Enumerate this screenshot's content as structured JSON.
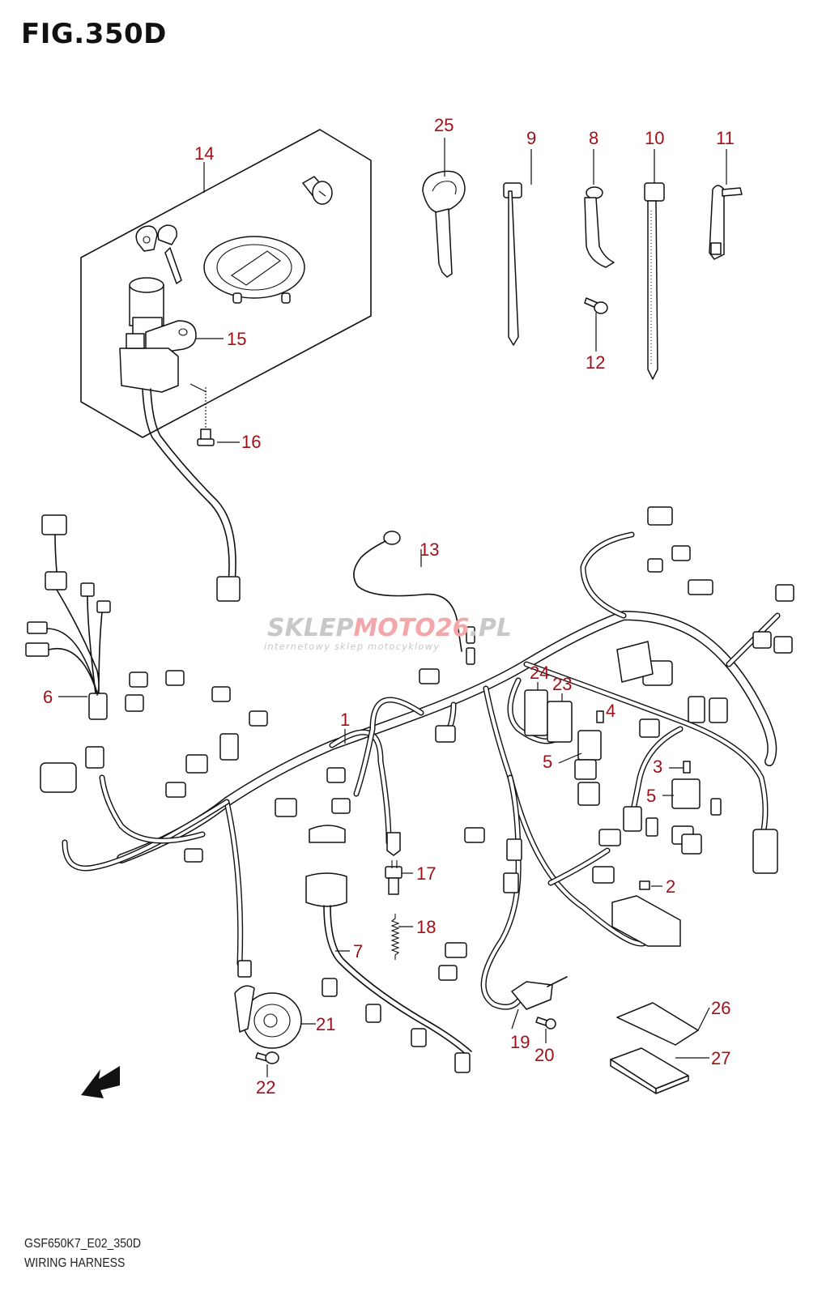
{
  "figure": {
    "title": "FIG.350D",
    "model_code": "GSF650K7_E02_350D",
    "caption": "WIRING HARNESS"
  },
  "watermark": {
    "brand_gray": "SKLEP",
    "brand_red": "MOTO",
    "brand_number": "26",
    "brand_suffix": ".PL",
    "tagline": "internetowy sklep motocyklowy"
  },
  "callouts": [
    {
      "id": "1",
      "label": "1",
      "part": "main-wiring-harness"
    },
    {
      "id": "2",
      "label": "2",
      "part": "fuse-small"
    },
    {
      "id": "3",
      "label": "3",
      "part": "fuse"
    },
    {
      "id": "4",
      "label": "4",
      "part": "fuse"
    },
    {
      "id": "5a",
      "label": "5",
      "part": "relay"
    },
    {
      "id": "5b",
      "label": "5",
      "part": "relay"
    },
    {
      "id": "6",
      "label": "6",
      "part": "sub-harness-left"
    },
    {
      "id": "7",
      "label": "7",
      "part": "sub-harness-lower"
    },
    {
      "id": "8",
      "label": "8",
      "part": "clamp"
    },
    {
      "id": "9",
      "label": "9",
      "part": "cable-tie-clamp"
    },
    {
      "id": "10",
      "label": "10",
      "part": "cable-tie"
    },
    {
      "id": "11",
      "label": "11",
      "part": "clamp-hook"
    },
    {
      "id": "12",
      "label": "12",
      "part": "screw"
    },
    {
      "id": "13",
      "label": "13",
      "part": "ground-lead"
    },
    {
      "id": "14",
      "label": "14",
      "part": "lock-set"
    },
    {
      "id": "15",
      "label": "15",
      "part": "ignition-switch"
    },
    {
      "id": "16",
      "label": "16",
      "part": "bolt"
    },
    {
      "id": "17",
      "label": "17",
      "part": "switch-sensor"
    },
    {
      "id": "18",
      "label": "18",
      "part": "spring"
    },
    {
      "id": "19",
      "label": "19",
      "part": "side-stand-switch"
    },
    {
      "id": "20",
      "label": "20",
      "part": "screw"
    },
    {
      "id": "21",
      "label": "21",
      "part": "horn"
    },
    {
      "id": "22",
      "label": "22",
      "part": "bolt"
    },
    {
      "id": "23",
      "label": "23",
      "part": "connector"
    },
    {
      "id": "24",
      "label": "24",
      "part": "connector"
    },
    {
      "id": "25",
      "label": "25",
      "part": "key-blank"
    },
    {
      "id": "26",
      "label": "26",
      "part": "label-sheet"
    },
    {
      "id": "27",
      "label": "27",
      "part": "pad"
    }
  ],
  "icons": {
    "direction_arrow": "front-direction-arrow-icon"
  },
  "colors": {
    "callout": "#a01018",
    "line": "#111111",
    "watermark_red": "#f3a7aa",
    "watermark_gray": "#c8c8c8"
  }
}
